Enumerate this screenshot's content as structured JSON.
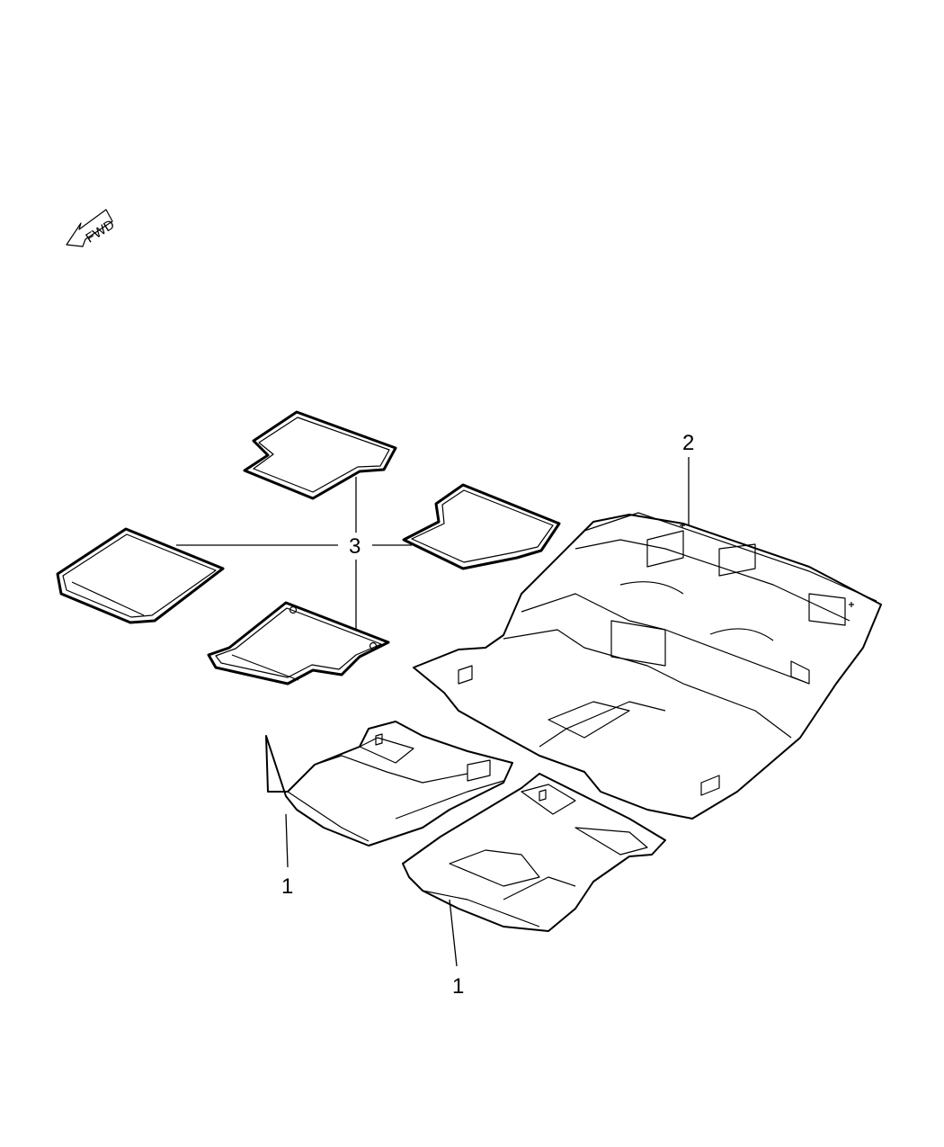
{
  "fwd_indicator": {
    "label": "FWD",
    "icon": "arrow-left-icon"
  },
  "callouts": [
    {
      "id": "front-carpet-left",
      "label": "1"
    },
    {
      "id": "front-carpet-right",
      "label": "1"
    },
    {
      "id": "main-carpet",
      "label": "2"
    },
    {
      "id": "floor-mats",
      "label": "3"
    }
  ],
  "colors": {
    "line": "#000000",
    "background": "#ffffff"
  }
}
